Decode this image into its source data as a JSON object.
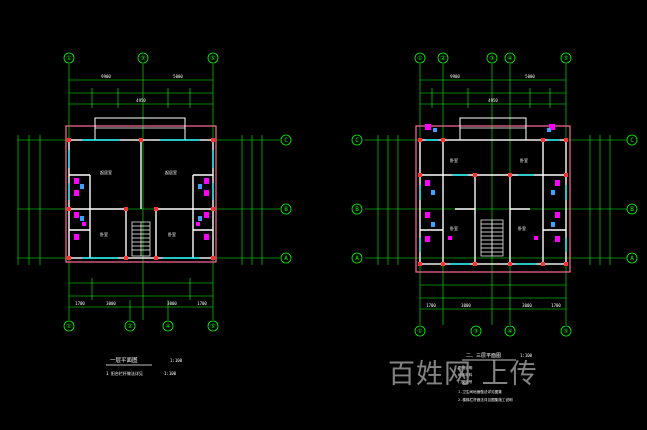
{
  "plan_left": {
    "grid_top": [
      "①",
      "③",
      "⑤"
    ],
    "grid_bottom": [
      "①",
      "②",
      "④",
      "⑤"
    ],
    "grid_right": [
      "C",
      "B",
      "A"
    ],
    "title": "一层平面图",
    "title_scale": "1:100",
    "note": "1  阳台栏杆做法详见",
    "note_scale": "1:100",
    "top_dims": [
      "9900",
      "5000",
      "4950"
    ],
    "bottom_dims": [
      "1700",
      "3000",
      "3000",
      "1700"
    ]
  },
  "plan_right": {
    "grid_top": [
      "①",
      "②",
      "③",
      "④",
      "⑤"
    ],
    "grid_bottom": [
      "①",
      "③",
      "④",
      "⑤"
    ],
    "grid_left": [
      "C",
      "B",
      "A"
    ],
    "grid_right": [
      "C",
      "B",
      "A"
    ],
    "title": "二、三层平面图",
    "title_scale": "1:100",
    "legend_lines": [
      "图例说明",
      "墙体材料",
      "门窗编号"
    ],
    "notes": [
      "1.卫生间地面做法详见图集",
      "2.楼梯栏杆做法详见图集施工说明"
    ],
    "top_dims": [
      "9900",
      "5000",
      "4950"
    ],
    "bottom_dims": [
      "1700",
      "3000",
      "3000",
      "1700"
    ]
  },
  "watermark": "百姓网  上传",
  "colors": {
    "background": "#000000",
    "grid": "#00ff00",
    "walls": "#ffffff",
    "windows": "#00ffff",
    "columns": "#ff3030",
    "fixtures": "#ff00ff",
    "text": "#ffffff",
    "watermark": "#9a9a9a"
  }
}
